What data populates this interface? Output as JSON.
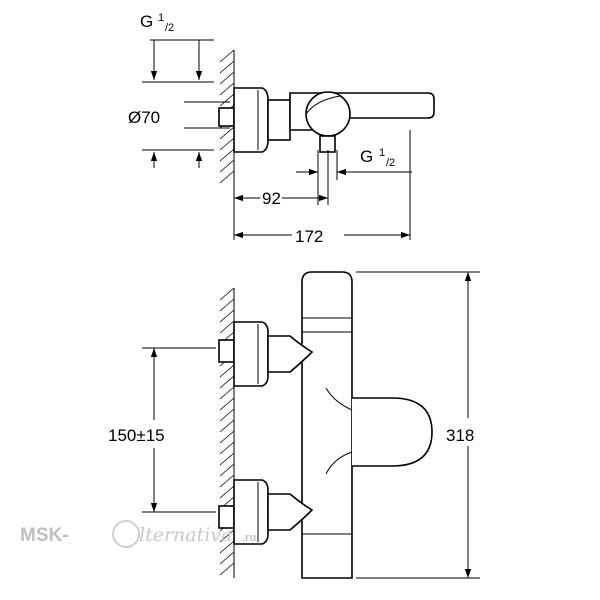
{
  "top_view": {
    "thread_top": {
      "main": "G",
      "sup": "1",
      "sub": "/2"
    },
    "diameter": "Ø70",
    "thread_outlet": {
      "main": "G",
      "sup": "1",
      "sub": "/2"
    },
    "dim_92": "92",
    "dim_172": "172"
  },
  "front_view": {
    "dim_distance": "150±15",
    "dim_height": "318"
  },
  "watermark": {
    "prefix": "MSK-",
    "script": "lternativa",
    "suffix": ".ru"
  }
}
